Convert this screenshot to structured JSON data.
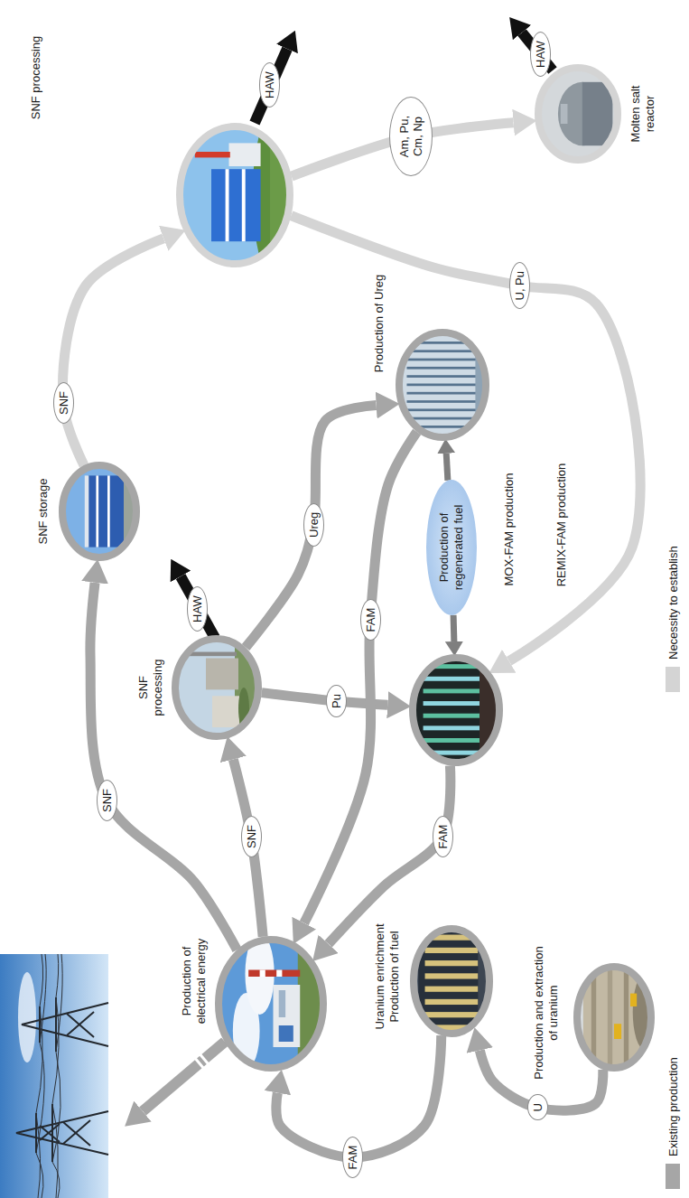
{
  "diagram": {
    "nodes": [
      {
        "text": [
          "Production of electrical energy"
        ]
      },
      {
        "text": [
          "Uranium enrichment Production of fuel"
        ]
      },
      {
        "text": [
          "Production and extraction of uranium"
        ]
      },
      {
        "text": [
          "SNF storage"
        ]
      },
      {
        "text": [
          "SNF processing"
        ]
      },
      {
        "text": [
          "Production of Ureg"
        ]
      },
      {
        "text": [
          "MOX-FAM production",
          "REMIX-FAM production"
        ]
      },
      {
        "text": [
          "Production of regenerated fuel"
        ]
      },
      {
        "text": [
          "SNF processing"
        ]
      },
      {
        "text": [
          "Molten salt reactor"
        ]
      }
    ],
    "edges": [
      {
        "from": 2,
        "to": 1,
        "label": "U",
        "arrow": "to"
      },
      {
        "from": 1,
        "to": 0,
        "label": "FAM",
        "arrow": "to"
      },
      {
        "from": 0,
        "to": 3,
        "label": "SNF",
        "arrow": "to"
      },
      {
        "from": 0,
        "to": 4,
        "label": "SNF",
        "arrow": "to"
      },
      {
        "from": 3,
        "to": 8,
        "label": "SNF",
        "arrow": "to"
      },
      {
        "from": 4,
        "to": 5,
        "label": "Ureg",
        "arrow": "to"
      },
      {
        "from": 4,
        "to": 6,
        "label": "Pu",
        "arrow": "to"
      },
      {
        "from": 7,
        "to": 6,
        "arrow": "to"
      },
      {
        "from": 7,
        "to": 5,
        "arrow": "to"
      },
      {
        "from": 5,
        "to": 0,
        "label": "FAM",
        "arrow": "to"
      },
      {
        "from": 6,
        "to": 0,
        "label": "FAM",
        "arrow": "to"
      },
      {
        "from": 8,
        "to": 6,
        "label": "U, Pu",
        "arrow": "to"
      },
      {
        "from": 8,
        "to": 9,
        "label": "Am, Pu, Cm, Np",
        "arrow": "to"
      }
    ],
    "labels": [
      "HAW",
      "HAW",
      "HAW"
    ],
    "legend": [
      {
        "text": "Existing production",
        "color": "#a6a6a6"
      },
      {
        "text": "Necessity to establish",
        "color": "#d4d4d4"
      }
    ]
  }
}
